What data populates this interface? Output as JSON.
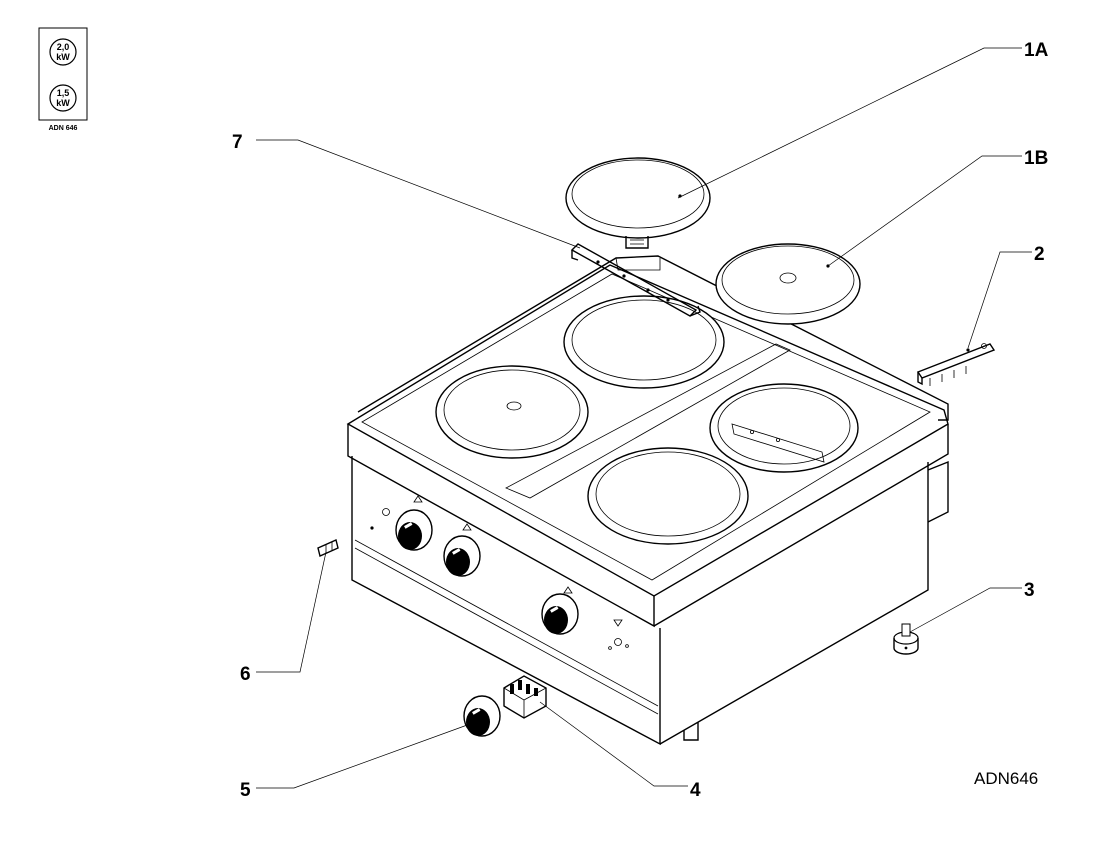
{
  "legend": {
    "plate_large_power": "2,0",
    "plate_small_power": "1,5",
    "unit": "kW",
    "model_code": "ADN 646"
  },
  "drawing_code": "ADN646",
  "callouts": {
    "c1A": "1A",
    "c1B": "1B",
    "c2": "2",
    "c3": "3",
    "c4": "4",
    "c5": "5",
    "c6": "6",
    "c7": "7"
  }
}
